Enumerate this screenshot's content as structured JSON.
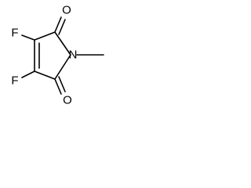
{
  "molecule": {
    "atoms": {
      "n": "N",
      "f_top": "F",
      "f_bottom": "F",
      "o_top": "O",
      "o_bottom": "O"
    }
  }
}
